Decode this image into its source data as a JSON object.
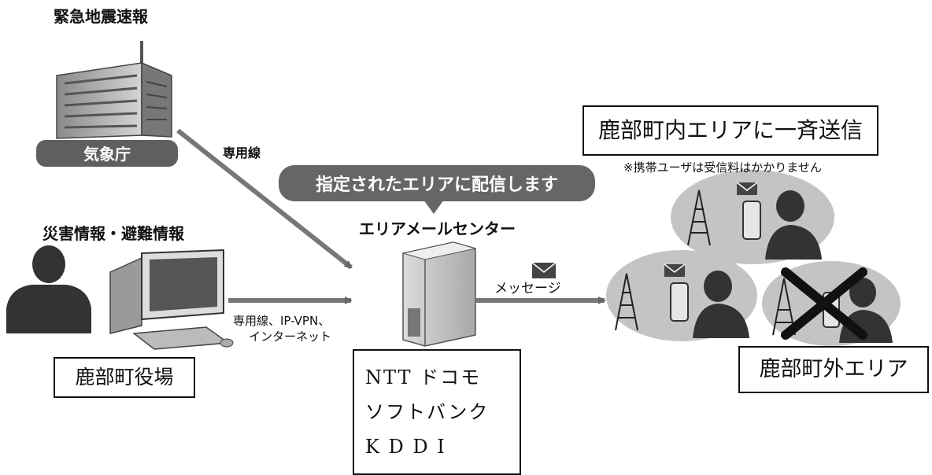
{
  "jma": {
    "section_title": "緊急地震速報",
    "name": "気象庁"
  },
  "line_label_top": "専用線",
  "bubble_text": "指定されたエリアに配信します",
  "center_title": "エリアメールセンター",
  "disaster_title": "災害情報・避難情報",
  "line_label_bottom": [
    "専用線、IP-VPN、",
    "インターネット"
  ],
  "message_label": "メッセージ",
  "town_hall": "鹿部町役場",
  "carriers": [
    "NTT ドコモ",
    "ソフトバンク",
    "K D D I"
  ],
  "inside_area": "鹿部町内エリアに一斉送信",
  "note": "※携帯ユーザは受信料はかかりません",
  "outside_area": "鹿部町外エリア"
}
